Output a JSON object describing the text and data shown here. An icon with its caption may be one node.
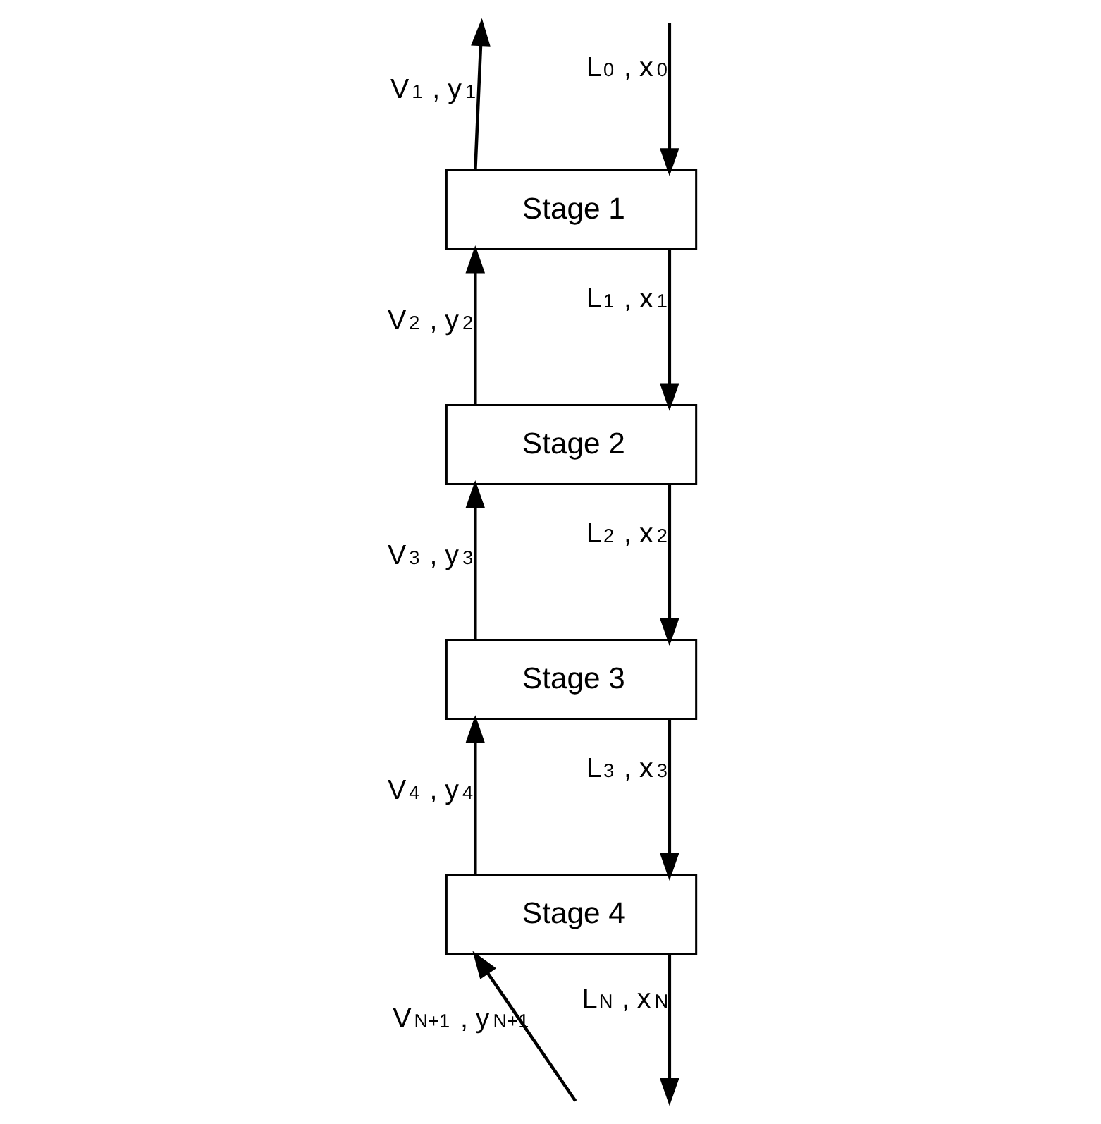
{
  "diagram": {
    "nodes": [
      {
        "text": [
          "Stage 1"
        ]
      },
      {
        "text": [
          "Stage 2"
        ]
      },
      {
        "text": [
          "Stage 3"
        ]
      },
      {
        "text": [
          "Stage 4"
        ]
      }
    ],
    "edges": [
      {
        "from": 0,
        "to": null,
        "arrow": "to",
        "label": "V$_{1}$ , y$_{1}$"
      },
      {
        "from": null,
        "to": 0,
        "arrow": "to",
        "label": "L$_{0}$ , x$_{0}$"
      },
      {
        "from": 1,
        "to": 0,
        "arrow": "to",
        "label": "V$_{2}$ , y$_{2}$"
      },
      {
        "from": 0,
        "to": 1,
        "arrow": "to",
        "label": "L$_{1}$ , x$_{1}$"
      },
      {
        "from": 2,
        "to": 1,
        "arrow": "to",
        "label": "V$_{3}$ , y$_{3}$"
      },
      {
        "from": 1,
        "to": 2,
        "arrow": "to",
        "label": "L$_{2}$ , x$_{2}$"
      },
      {
        "from": 3,
        "to": 2,
        "arrow": "to",
        "label": "V$_{4}$ , y$_{4}$"
      },
      {
        "from": 2,
        "to": 3,
        "arrow": "to",
        "label": "L$_{3}$ , x$_{3}$"
      },
      {
        "from": null,
        "to": 3,
        "arrow": "to",
        "label": "V$_{N+1}$ , y$_{N+1}$"
      },
      {
        "from": 3,
        "to": null,
        "arrow": "to",
        "label": "L$_{N}$ , x$_{N}$"
      }
    ]
  }
}
